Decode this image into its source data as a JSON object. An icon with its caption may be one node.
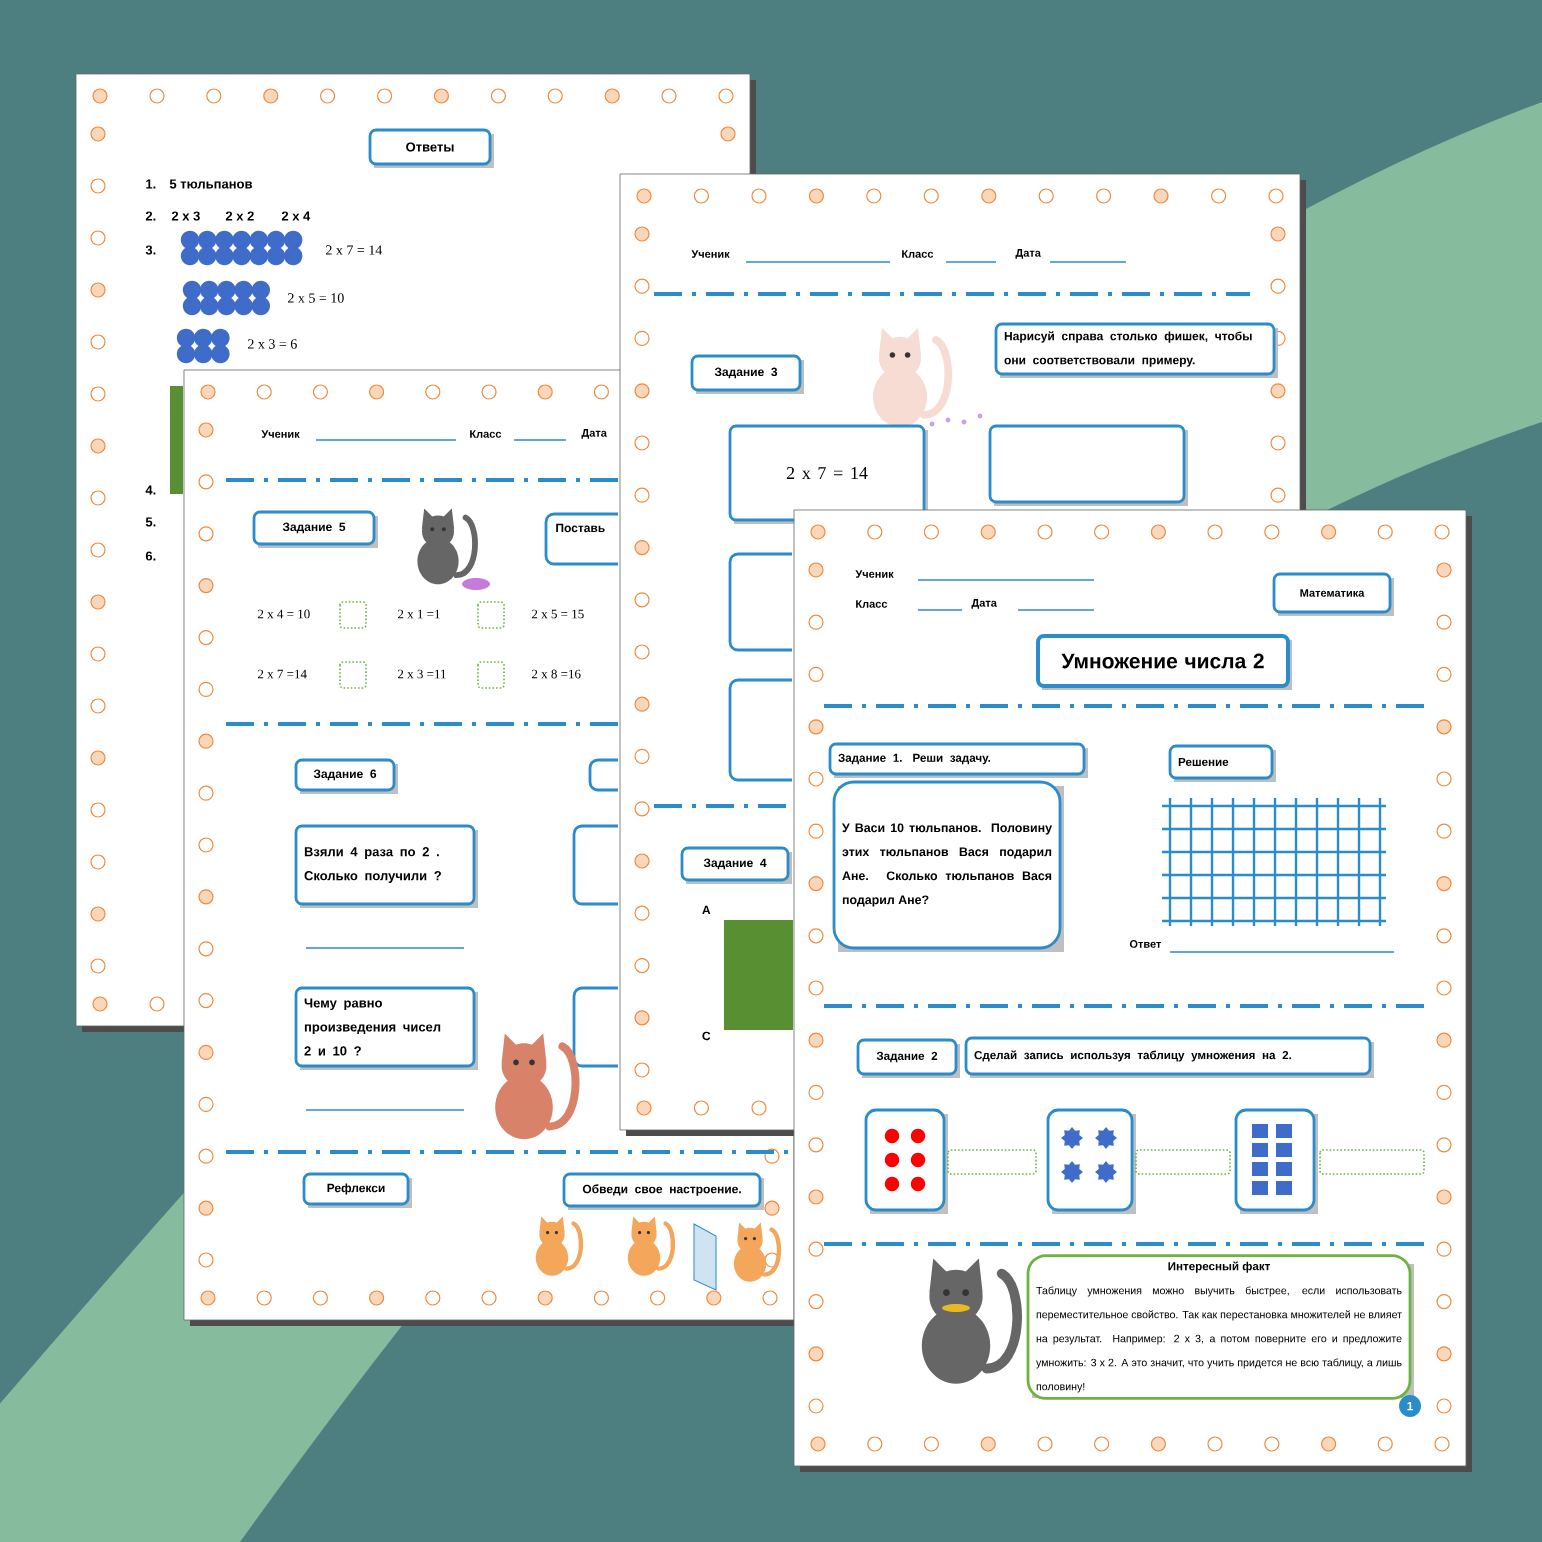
{
  "diagram": {
    "nodes": [
      {
        "text": [
          "Ответы"
        ]
      },
      {
        "text": [
          "Задание 5"
        ]
      },
      {
        "text": [
          "Задание 6"
        ]
      },
      {
        "text": [
          "Взяли 4 раза по 2 . Сколько получили ?"
        ]
      },
      {
        "text": [
          "Чему равно произведения чисел 2 и 10 ?"
        ]
      },
      {
        "text": [
          "Рефлекси"
        ]
      },
      {
        "text": [
          "Обведи свое настроение."
        ]
      },
      {
        "text": [
          "Задание 3"
        ]
      },
      {
        "text": [
          "Нарисуй справа столько фишек, чтобы они соответствовали примеру."
        ]
      },
      {
        "text": [
          "2 x 7 = 14"
        ]
      },
      {
        "text": [],
        "shape": "box"
      },
      {
        "text": [
          "Задание 4"
        ]
      },
      {
        "text": [
          "Математика"
        ]
      },
      {
        "text": [
          "Умножение числа 2"
        ]
      },
      {
        "text": [
          "Задание 1.  Реши задачу."
        ]
      },
      {
        "text": [
          "Решение"
        ]
      },
      {
        "text": [
          "У Васи 10 тюльпанов. Половину этих тюльпанов Вася подарил Ане. Сколько тюльпанов Вася подарил Ане?"
        ]
      },
      {
        "text": [
          "Задание 2"
        ]
      },
      {
        "text": [
          "Сделай запись используя таблицу умножения на 2."
        ]
      },
      {
        "text": [],
        "shape": "box"
      },
      {
        "text": [],
        "shape": "box"
      },
      {
        "text": [],
        "shape": "box"
      },
      {
        "text": [
          "Интересный факт",
          "Таблицу умножения можно выучить быстрее, если использовать переместительное свойство. Так как перестановка множителей не влияет на результат. Например: 2 x 3, а потом поверните его и предложите умножить: 3 x 2. А это значит, что учить придется не всю таблицу, а лишь половину!"
        ]
      }
    ],
    "labels": [
      "1.",
      "5 тюльпанов",
      "2.",
      "2 x 3",
      "2 x 2",
      "2 x 4",
      "3.",
      "2 x 7 = 14",
      "2 x 5 = 10",
      "2 x 3 = 6",
      "4.",
      "5.",
      "6.",
      "Ученик",
      "Класс",
      "Дата",
      "Поставь",
      "2 x 4 = 10",
      "2 x 1 =1",
      "2 x 5 = 15",
      "2 x 7 =14",
      "2 x 3 =11",
      "2 x 8 =16",
      "Ученик",
      "Класс",
      "Дата",
      "А",
      "С",
      "Ученик",
      "Класс",
      "Дата",
      "Ответ",
      "1"
    ]
  }
}
